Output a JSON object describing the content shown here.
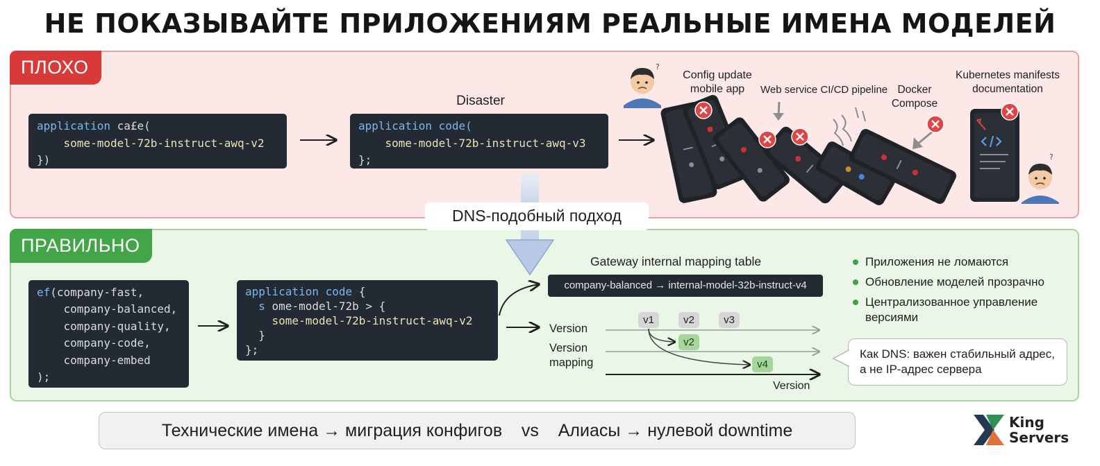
{
  "title": "НЕ ПОКАЗЫВАЙТЕ ПРИЛОЖЕНИЯМ РЕАЛЬНЫЕ ИМЕНА МОДЕЛЕЙ",
  "bad": {
    "tag": "ПЛОХО",
    "code1": {
      "line1a": "application ",
      "line1b": "ca£e(",
      "line2": "    some-model-72b-instruct-awq-v2",
      "line3": "})"
    },
    "disaster_label": "Disaster",
    "code2": {
      "line1a": "application ",
      "line1b": "code(",
      "line2": "    some-model-72b-instruct-awq-v3",
      "line3": "};"
    },
    "labels": {
      "config": "Config update\nmobile app",
      "webservice": "Web service CI/CD pipeline",
      "docker": "Docker\nCompose",
      "kubernetes": "Kubernetes manifests\ndocumentation"
    }
  },
  "dns_label": "DNS-подобный подход",
  "good": {
    "tag": "ПРАВИЛЬНО",
    "code1": {
      "line1a": "ef",
      "line1b": "(company-fast,",
      "line2": "    company-balanced,",
      "line3": "    company-quality,",
      "line4": "    company-code,",
      "line5": "    company-embed",
      "line6": ");"
    },
    "code2": {
      "line1a": "application code",
      "line1b": " {",
      "line2a": "  s",
      "line2b": " ome-model-72b > {",
      "line3": "    some-model-72b-instruct-awq-v2",
      "line4": "  }",
      "line5": "};"
    },
    "mapping_title": "Gateway internal mapping table",
    "mapping_box": "company-balanced → internal-model-32b-instruct-v4",
    "version_label_1": "Version",
    "version_label_2": "Version\nmapping",
    "version_label_3": "Version",
    "versions_top": [
      "v1",
      "v2",
      "v3"
    ],
    "version_mid": "v2",
    "version_low": "v4",
    "bullets": [
      "Приложения не ломаются",
      "Обновление моделей прозрачно",
      "Централизованное управление версиями"
    ],
    "bubble": "Как DNS: важен стабильный адрес, а не IP-адрес сервера"
  },
  "bottom": {
    "left": "Технические имена → миграция конфигов",
    "vs": "vs",
    "right": "Алиасы → нулевой downtime"
  },
  "logo": {
    "line1": "King",
    "line2": "Servers"
  },
  "colors": {
    "bad_bg": "#fde8e8",
    "bad_accent": "#d83a3a",
    "good_bg": "#eaf6e6",
    "good_accent": "#42a548",
    "code_bg": "#232a33"
  }
}
